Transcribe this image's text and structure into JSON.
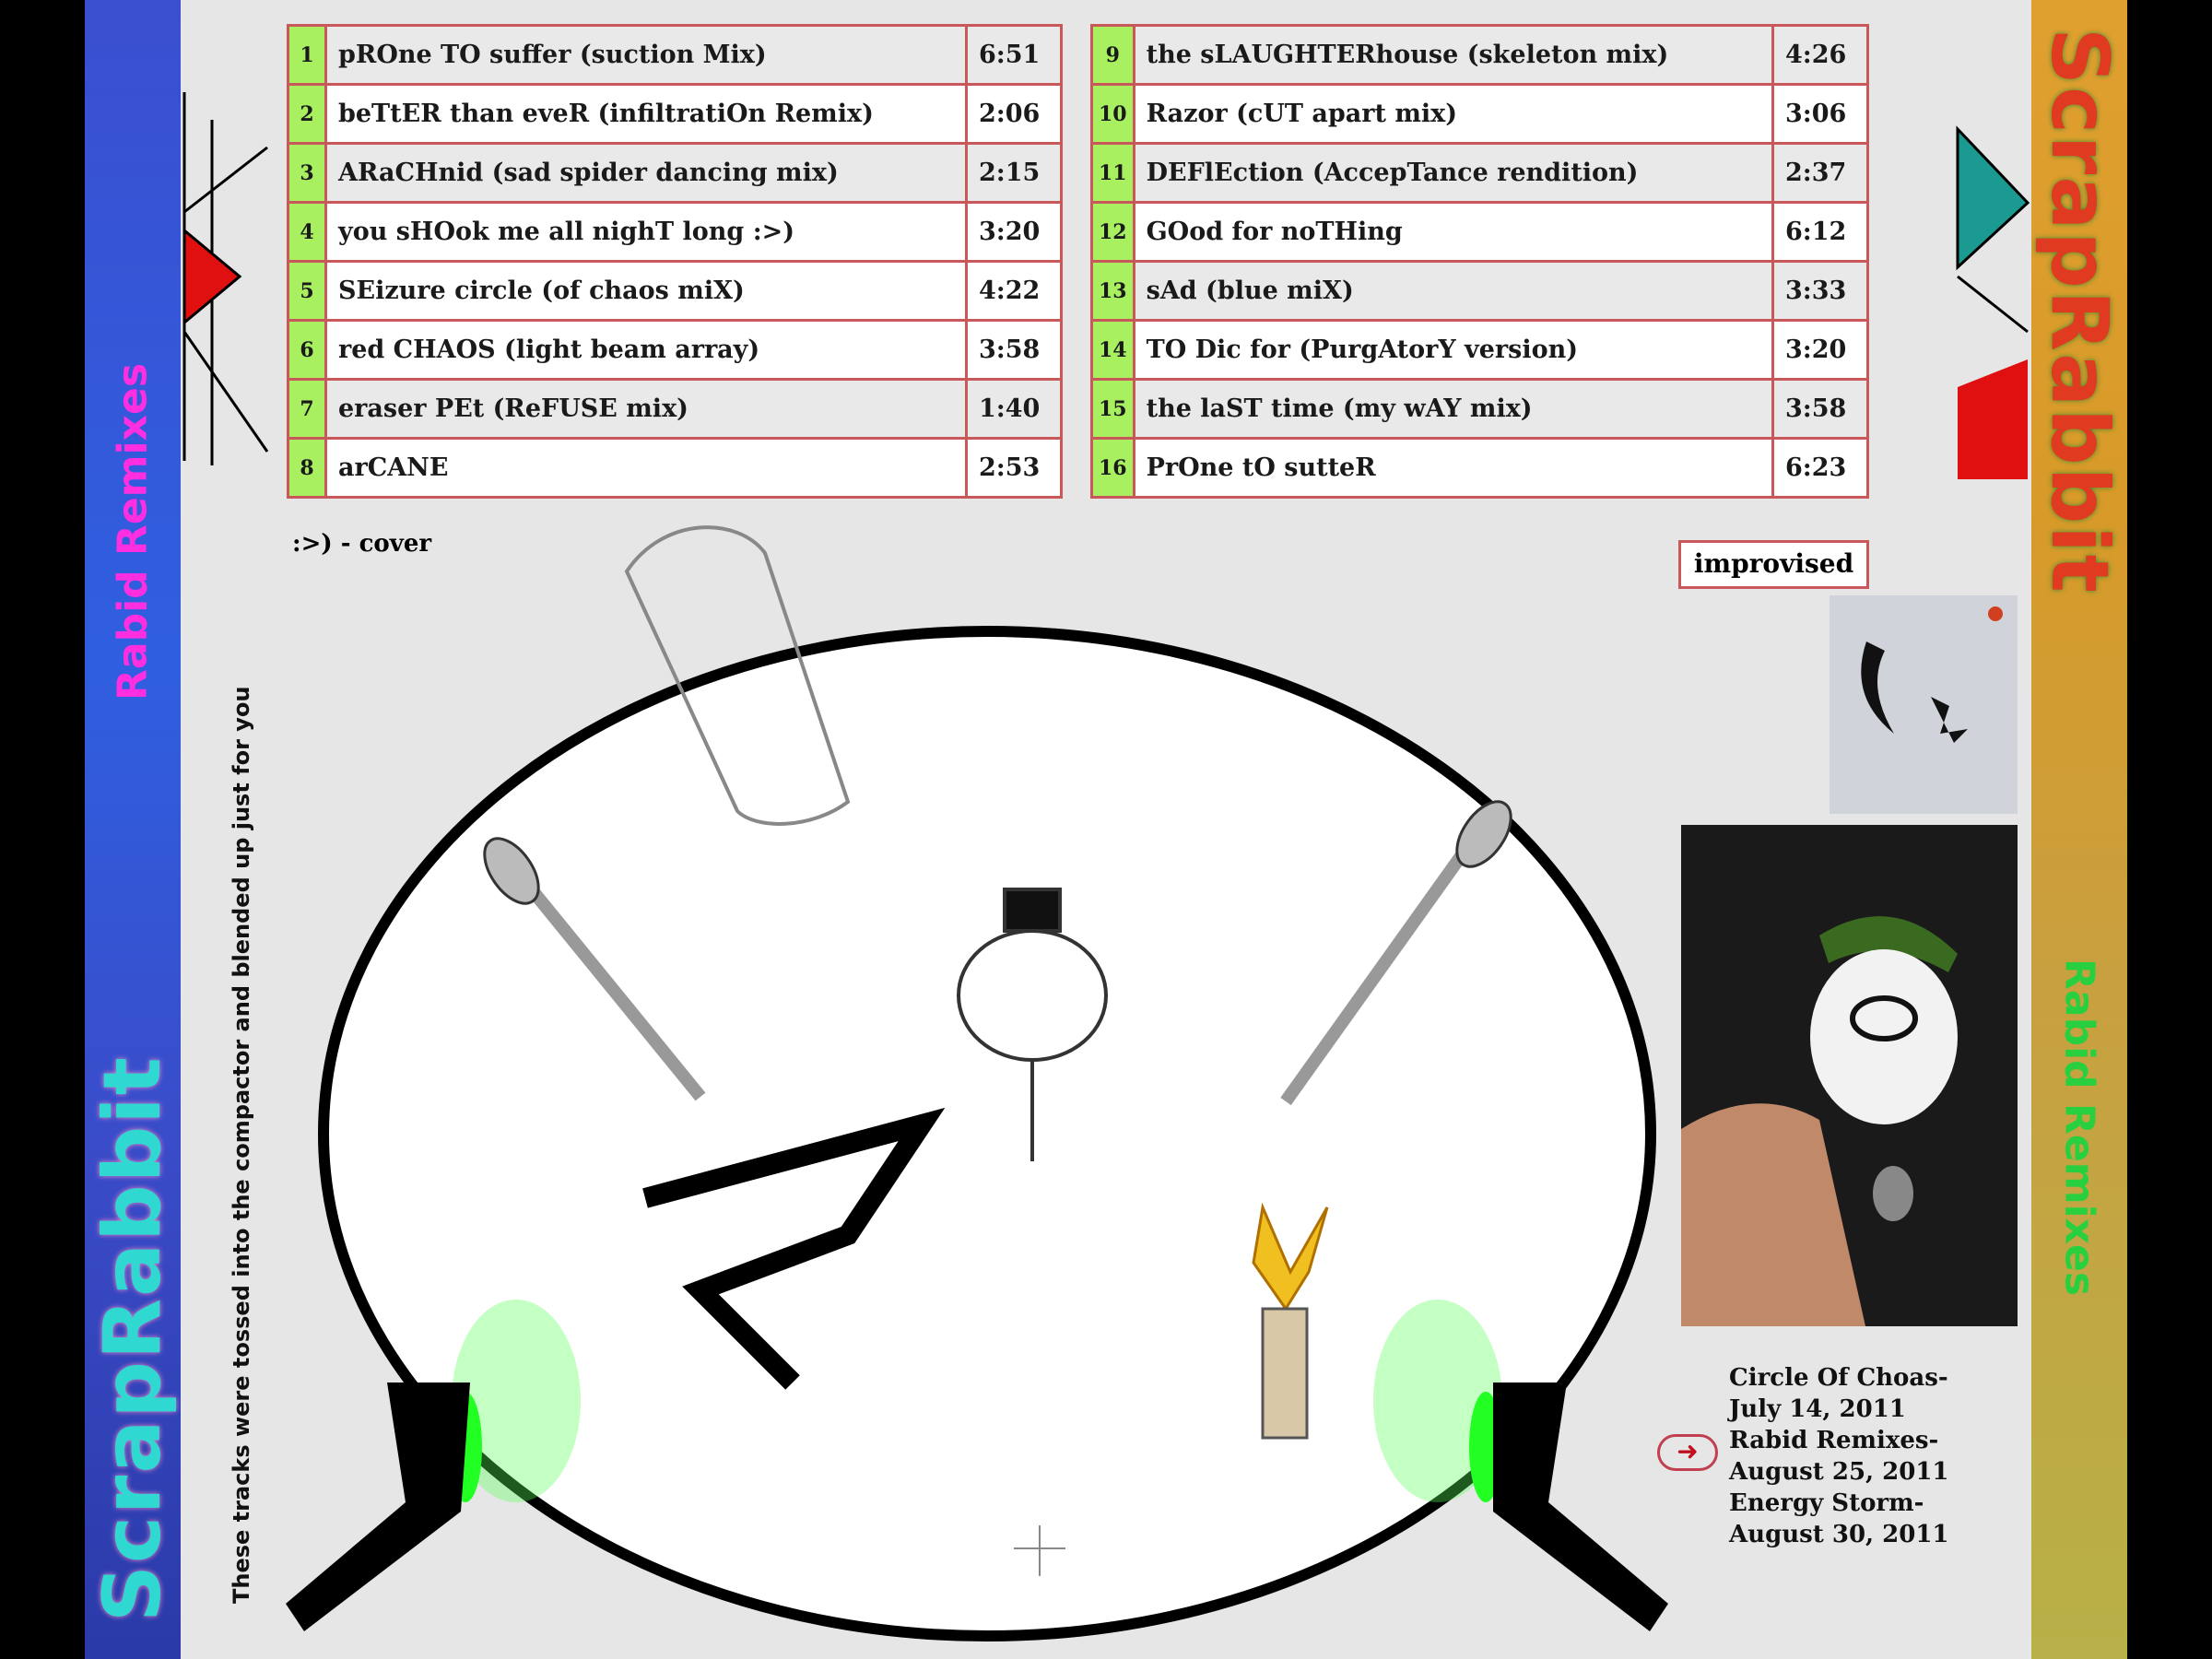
{
  "spine_left": {
    "title": "ScrapRabbit",
    "subtitle": "Rabid Remixes"
  },
  "spine_right": {
    "title": "ScrapRabbit",
    "subtitle": "Rabid Remixes"
  },
  "tracks_left": [
    {
      "num": "1",
      "title": "pROne TO suffer (suction Mix)",
      "time": "6:51"
    },
    {
      "num": "2",
      "title": "beTtER than eveR (infiltratiOn Remix)",
      "time": "2:06"
    },
    {
      "num": "3",
      "title": "ARaCHnid (sad spider dancing mix)",
      "time": "2:15"
    },
    {
      "num": "4",
      "title": "you sHOok me all nighT long :>)",
      "time": "3:20"
    },
    {
      "num": "5",
      "title": "SEizure circle (of chaos miX)",
      "time": "4:22"
    },
    {
      "num": "6",
      "title": "red CHAOS (light beam array)",
      "time": "3:58"
    },
    {
      "num": "7",
      "title": "eraser PEt (ReFUSE mix)",
      "time": "1:40"
    },
    {
      "num": "8",
      "title": "arCANE",
      "time": "2:53"
    }
  ],
  "tracks_right": [
    {
      "num": "9",
      "title": "the sLAUGHTERhouse (skeleton mix)",
      "time": "4:26"
    },
    {
      "num": "10",
      "title": "Razor (cUT apart mix)",
      "time": "3:06"
    },
    {
      "num": "11",
      "title": "DEFlEction (AccepTance rendition)",
      "time": "2:37"
    },
    {
      "num": "12",
      "title": "GOod for noTHing",
      "time": "6:12"
    },
    {
      "num": "13",
      "title": "sAd (blue miX)",
      "time": "3:33"
    },
    {
      "num": "14",
      "title": "TO Dic for (PurgAtorY version)",
      "time": "3:20"
    },
    {
      "num": "15",
      "title": "the laST time (my wAY mix)",
      "time": "3:58"
    },
    {
      "num": "16",
      "title": "PrOne tO sutteR",
      "time": "6:23"
    }
  ],
  "cover_note": ":>) - cover",
  "improvised_label": "improvised",
  "side_text": "These tracks were tossed into the compactor and blended up just for you",
  "releases": [
    {
      "name": "Circle Of Choas-",
      "date": "July 14, 2011"
    },
    {
      "name": "Rabid Remixes-",
      "date": "August 25, 2011"
    },
    {
      "name": "Energy Storm-",
      "date": "August 30, 2011"
    }
  ],
  "arrow_icon": "right-arrow-icon",
  "colors": {
    "border": "#c8585a",
    "num_bg": "#a8f060",
    "background": "#e6e6e6"
  }
}
